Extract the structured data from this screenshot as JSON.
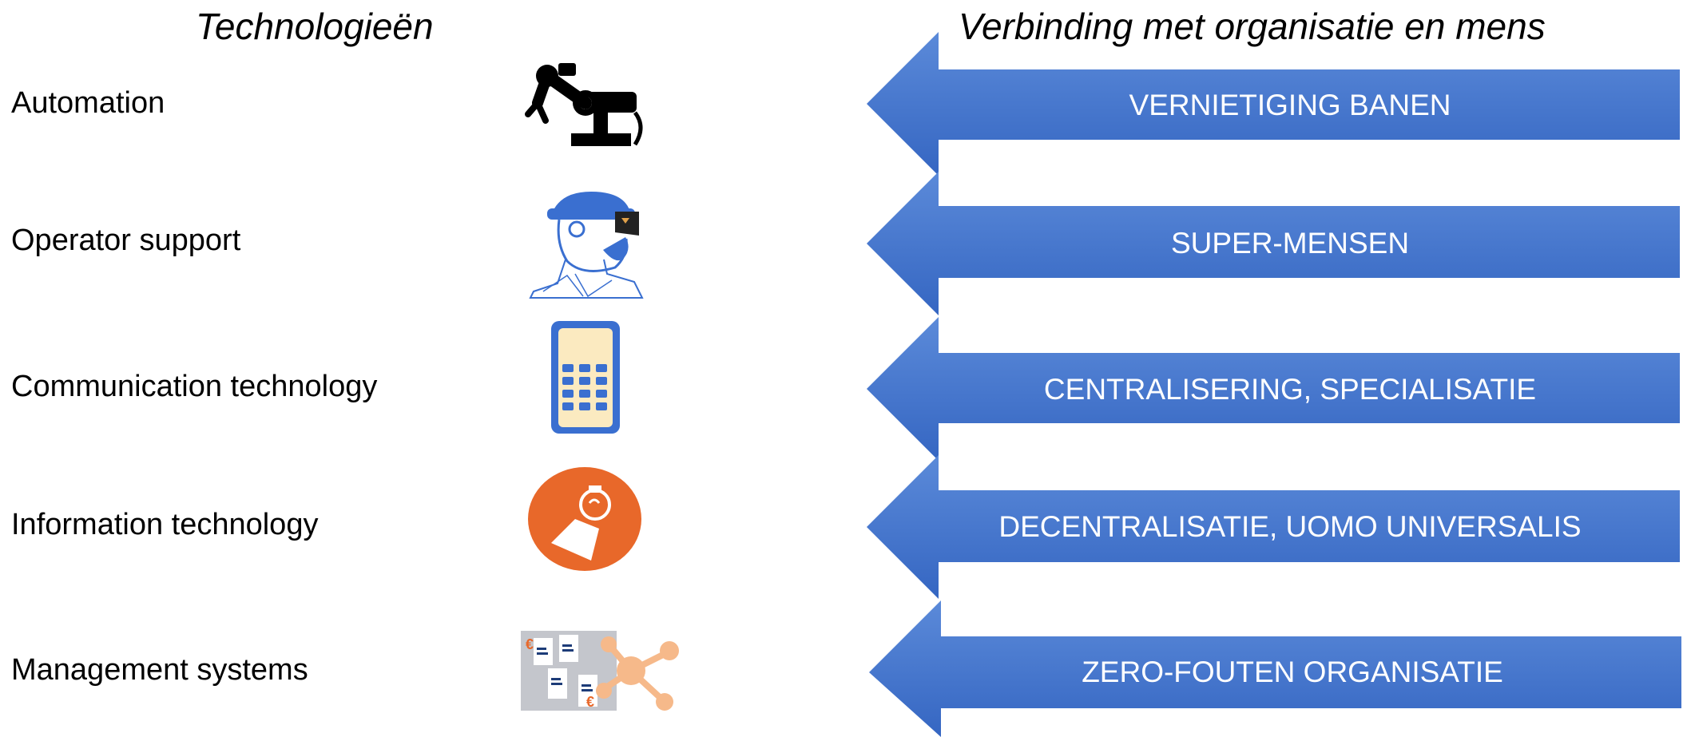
{
  "headings": {
    "left": "Technologieën",
    "right": "Verbinding met organisatie en mens"
  },
  "rows": [
    {
      "tech": "Automation",
      "icon": "robot-arm-icon",
      "effect": "VERNIETIGING BANEN"
    },
    {
      "tech": "Operator support",
      "icon": "ar-headset-person-icon",
      "effect": "SUPER-MENSEN"
    },
    {
      "tech": "Communication technology",
      "icon": "calculator-phone-icon",
      "effect": "CENTRALISERING, SPECIALISATIE"
    },
    {
      "tech": "Information technology",
      "icon": "lightbulb-idea-icon",
      "effect": "DECENTRALISATIE, UOMO UNIVERSALIS"
    },
    {
      "tech": "Management systems",
      "icon": "documents-network-icon",
      "effect": "ZERO-FOUTEN ORGANISATIE"
    }
  ],
  "colors": {
    "arrow_light": "#5b8ad9",
    "arrow_dark": "#3566c2",
    "icon_blue": "#3a6fd0",
    "icon_orange": "#e8682a",
    "icon_peach": "#f6b98a"
  }
}
